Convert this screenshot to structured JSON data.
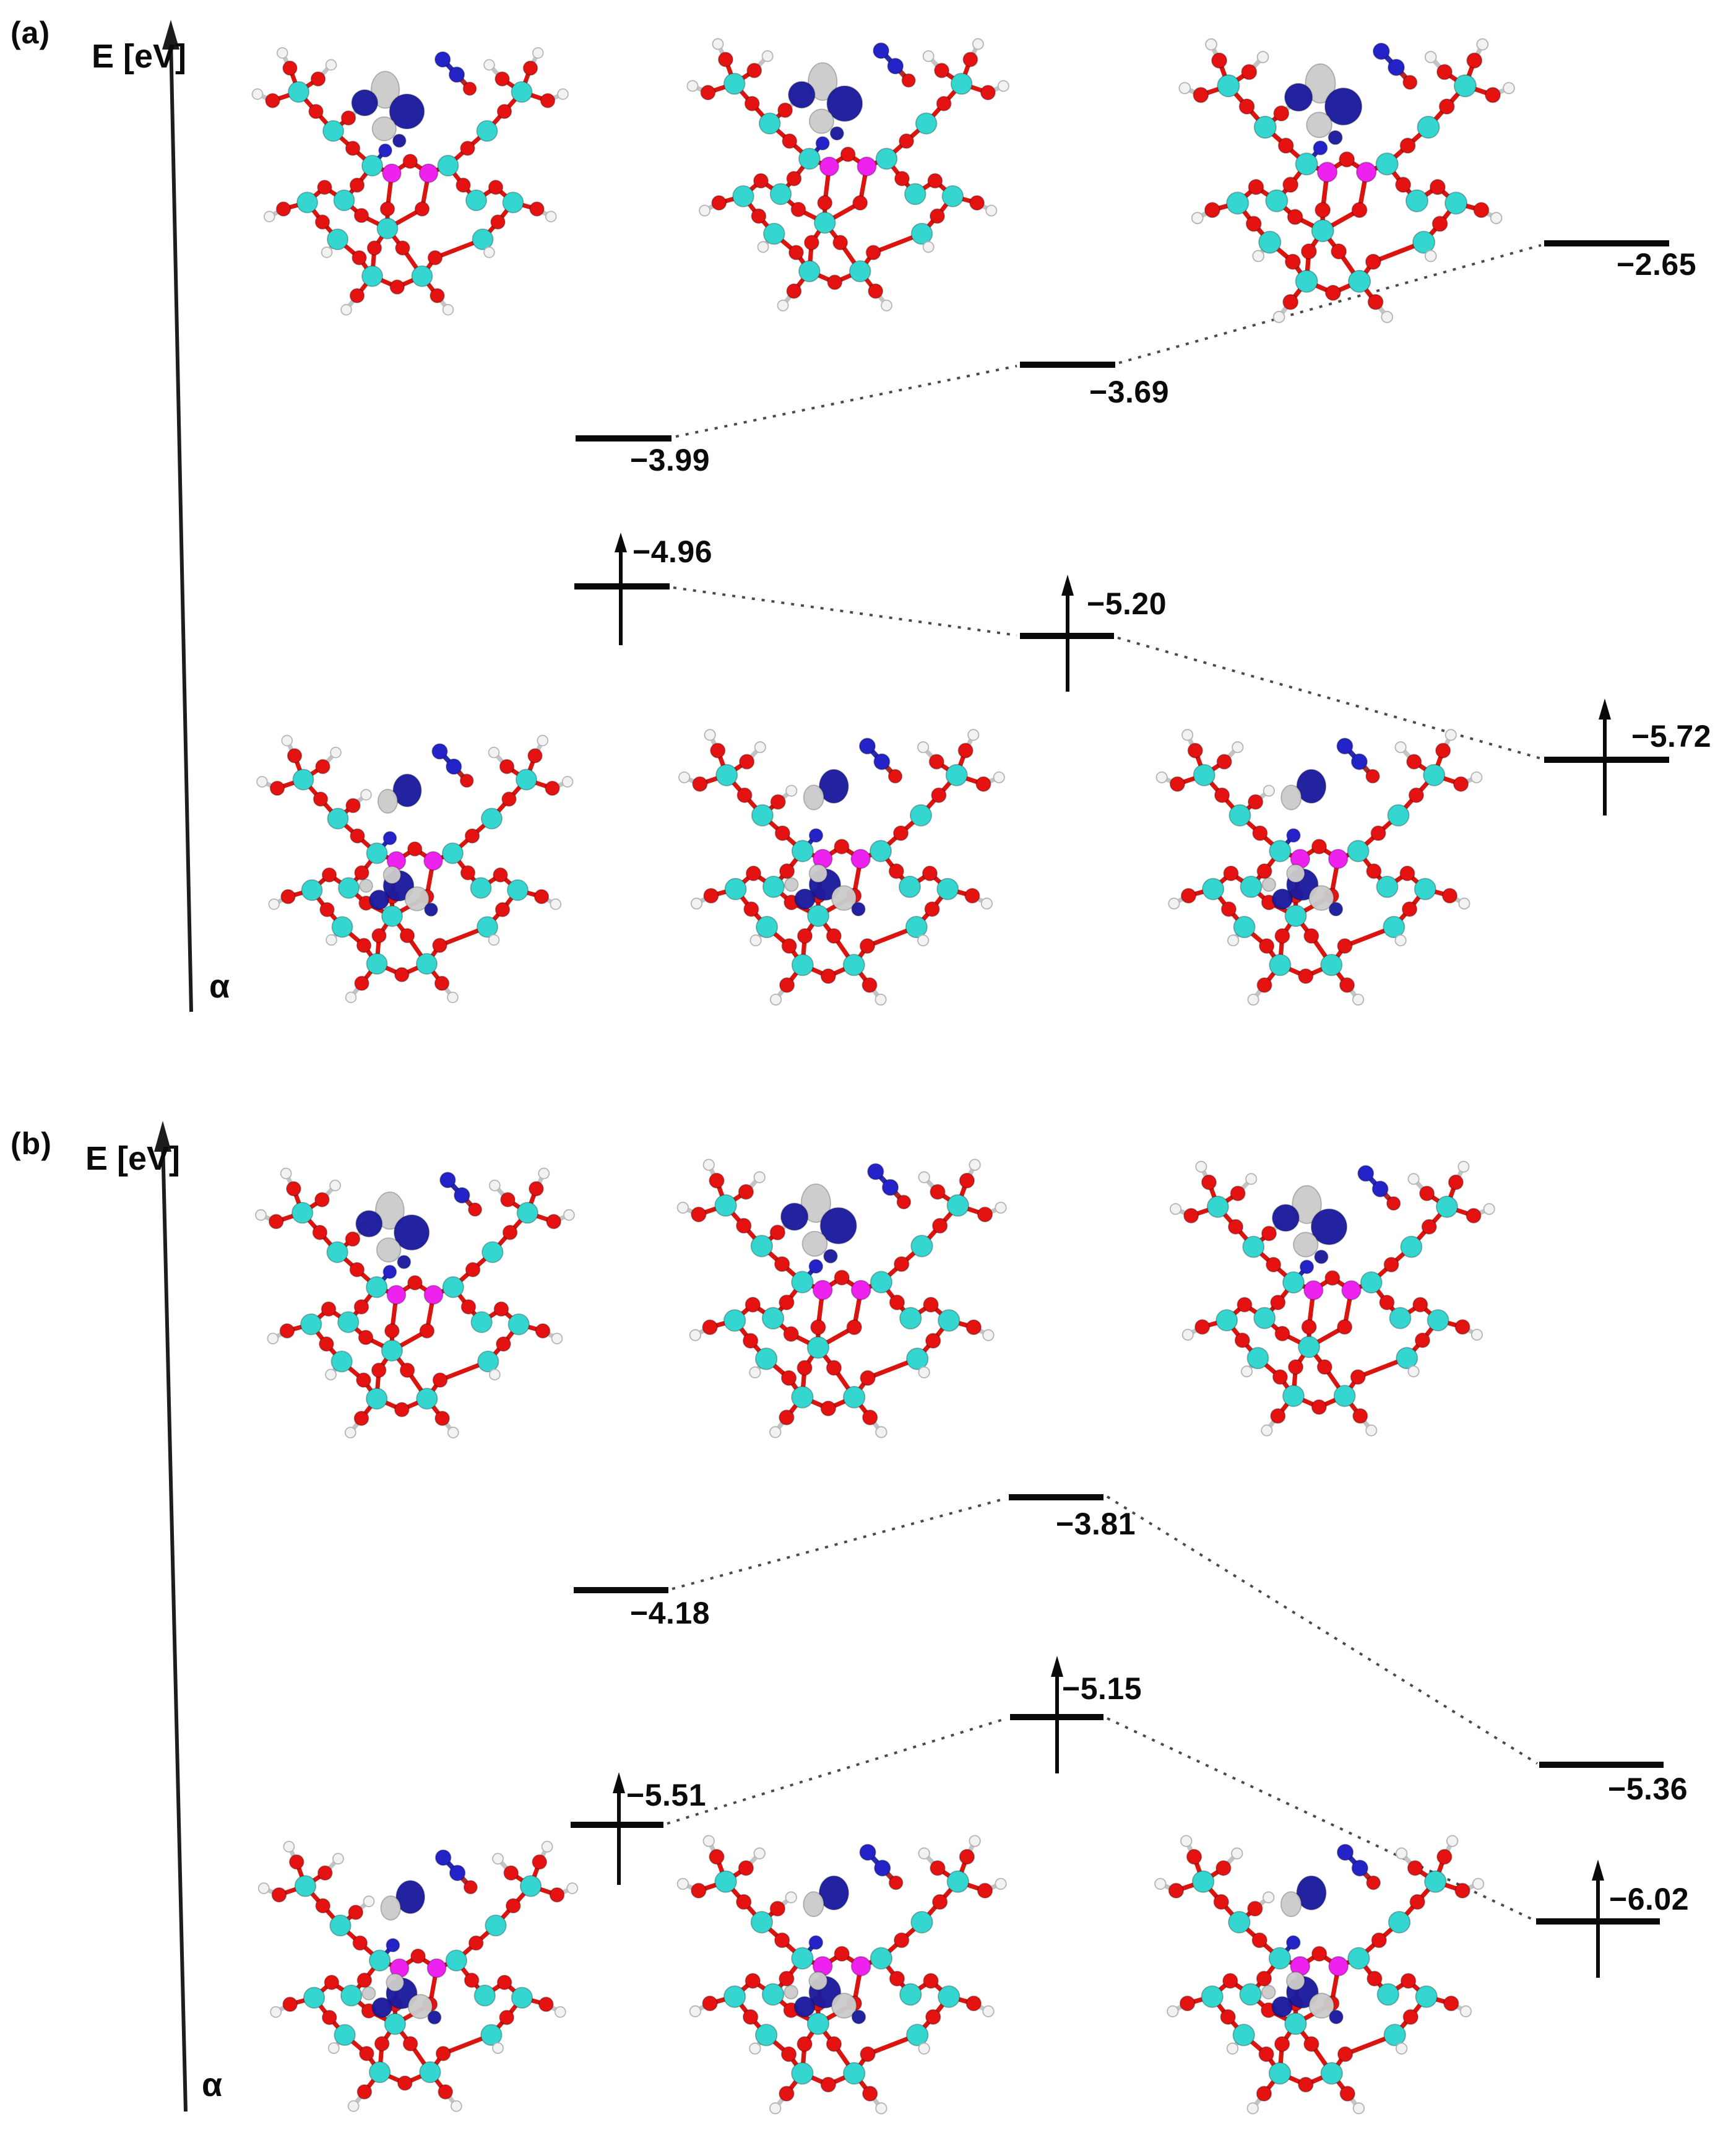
{
  "figure": {
    "background_color": "#ffffff",
    "panel_a": {
      "label": "(a)",
      "axis_label": "E [eV]",
      "spin_label": "α",
      "unoccupied_levels": [
        {
          "energy_ev": -3.99,
          "label": "−3.99"
        },
        {
          "energy_ev": -3.69,
          "label": "−3.69"
        },
        {
          "energy_ev": -2.65,
          "label": "−2.65"
        }
      ],
      "occupied_levels": [
        {
          "energy_ev": -4.96,
          "label": "−4.96"
        },
        {
          "energy_ev": -5.2,
          "label": "−5.20"
        },
        {
          "energy_ev": -5.72,
          "label": "−5.72"
        }
      ]
    },
    "panel_b": {
      "label": "(b)",
      "axis_label": "E [eV]",
      "spin_label": "α",
      "unoccupied_levels": [
        {
          "energy_ev": -4.18,
          "label": "−4.18"
        },
        {
          "energy_ev": -3.81,
          "label": "−3.81"
        },
        {
          "energy_ev": -5.36,
          "label": "−5.36"
        }
      ],
      "occupied_levels": [
        {
          "energy_ev": -5.51,
          "label": "−5.51"
        },
        {
          "energy_ev": -5.15,
          "label": "−5.15"
        },
        {
          "energy_ev": -6.02,
          "label": "−6.02"
        }
      ]
    },
    "atom_colors": {
      "silicon": "#35d6d0",
      "oxygen": "#e51212",
      "hydrogen": "#f2f2f2",
      "heteroatom_magenta": "#ee22ee",
      "nitrogen": "#2323c8",
      "orbital_lobe_silver": "#cbcbcb",
      "orbital_lobe_navy": "#1b1b9e"
    },
    "line_colors": {
      "level_bar": "#0a0a0a",
      "dotted_connector": "#4a4a4a",
      "axis": "#1d1d1d"
    }
  }
}
